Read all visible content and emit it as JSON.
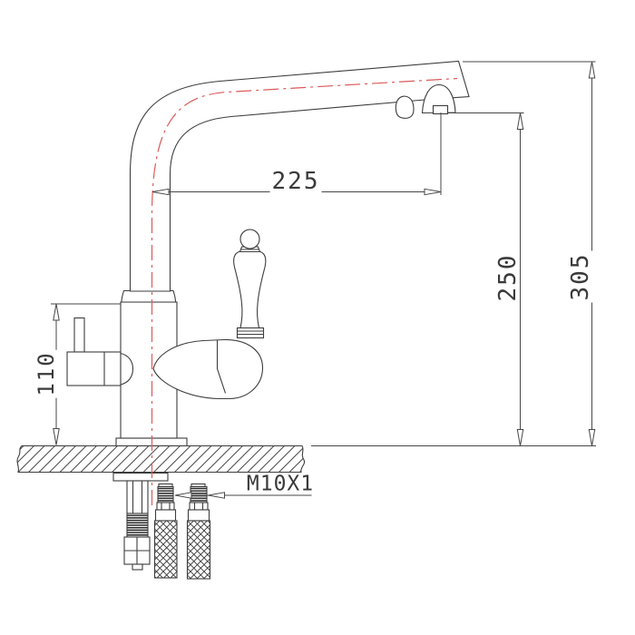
{
  "drawing": {
    "type": "technical-dimension-drawing",
    "subject": "kitchen faucet with filter channel, side elevation with mounting parts",
    "labels": {
      "spout_reach": "225",
      "height_to_spout_outlet": "250",
      "overall_height": "305",
      "body_height": "110",
      "mounting_thread": "M10X1"
    },
    "colors": {
      "outline": "#3d3d3d",
      "dimension_line": "#474747",
      "centerline_red": "#dc5a5a",
      "text": "#3a3a3a",
      "background": "#ffffff"
    }
  }
}
